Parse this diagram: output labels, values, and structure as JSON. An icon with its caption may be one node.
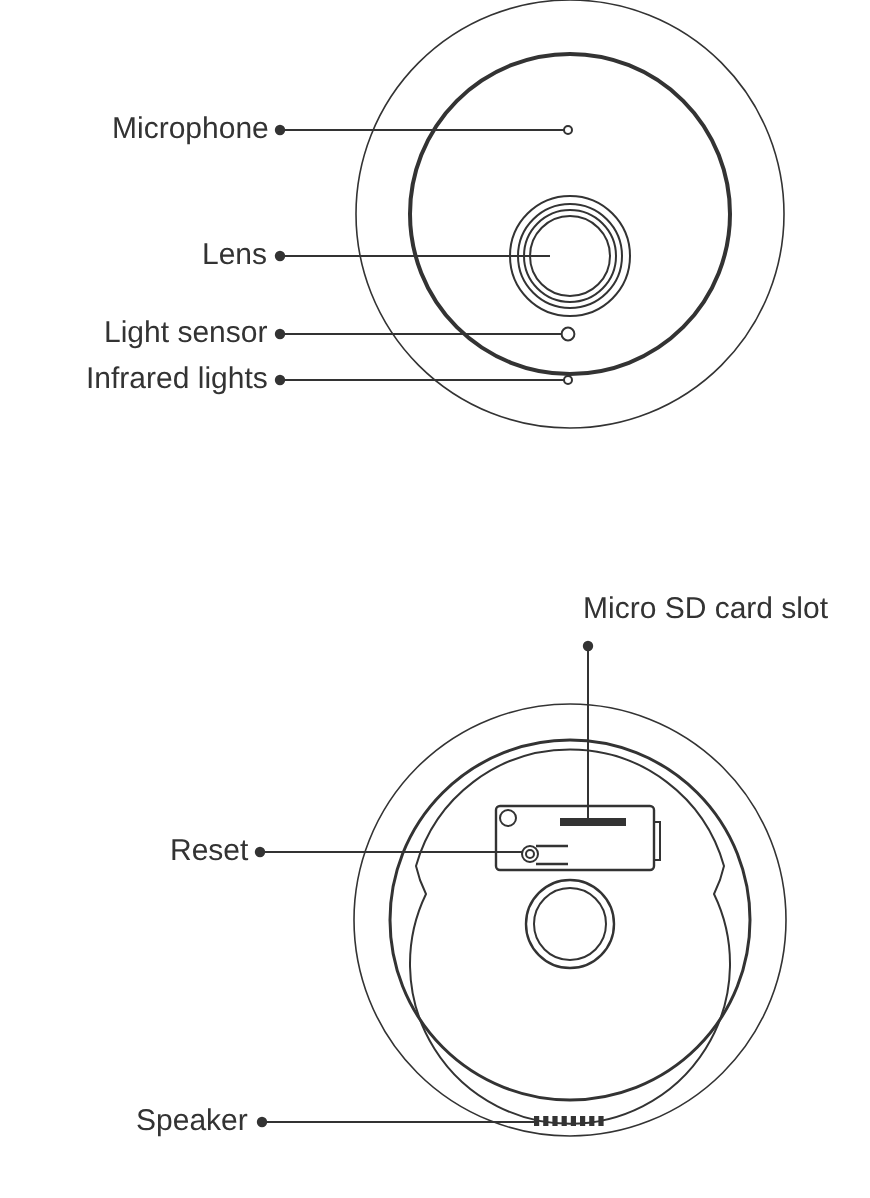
{
  "diagram": {
    "nodes": [
      {
        "text": [
          "Microphone"
        ]
      },
      {
        "text": [],
        "shape": "circle"
      },
      {
        "text": [
          "Lens"
        ]
      },
      {
        "text": [],
        "shape": "circle"
      },
      {
        "text": [
          "Light sensor"
        ]
      },
      {
        "text": [],
        "shape": "circle"
      },
      {
        "text": [
          "Infrared lights"
        ]
      },
      {
        "text": [],
        "shape": "circle"
      },
      {
        "text": [
          "Micro SD card slot"
        ]
      },
      {
        "text": [],
        "shape": "bar"
      },
      {
        "text": [
          "Reset"
        ]
      },
      {
        "text": [],
        "shape": "circle"
      },
      {
        "text": [
          "Speaker"
        ]
      },
      {
        "text": [],
        "shape": "bar"
      }
    ],
    "edges": [
      {
        "from": 0,
        "to": 1,
        "arrow": "other"
      },
      {
        "from": 2,
        "to": 3,
        "arrow": "other"
      },
      {
        "from": 4,
        "to": 5,
        "arrow": "other"
      },
      {
        "from": 6,
        "to": 7,
        "arrow": "other"
      },
      {
        "from": 8,
        "to": 9,
        "arrow": "other"
      },
      {
        "from": 10,
        "to": 11,
        "arrow": "other"
      },
      {
        "from": 12,
        "to": 13,
        "arrow": "other"
      }
    ]
  }
}
